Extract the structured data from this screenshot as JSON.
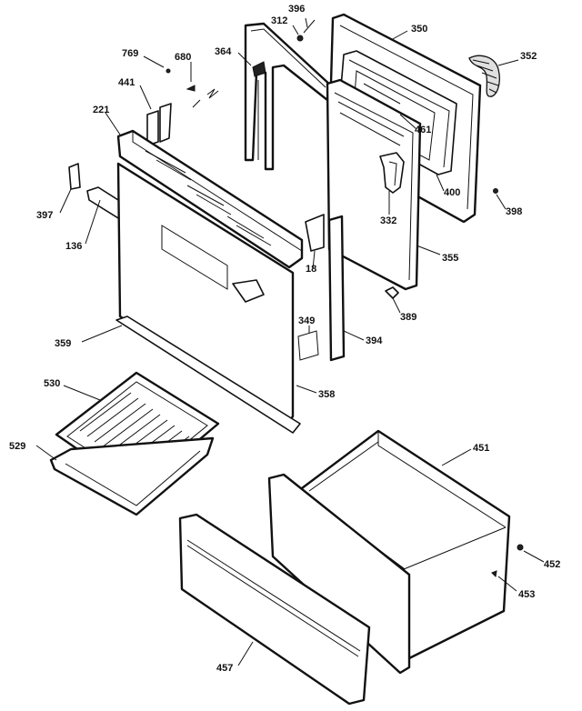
{
  "callouts": [
    {
      "id": "c396",
      "text": "396"
    },
    {
      "id": "c312",
      "text": "312"
    },
    {
      "id": "c350",
      "text": "350"
    },
    {
      "id": "c352",
      "text": "352"
    },
    {
      "id": "c769",
      "text": "769"
    },
    {
      "id": "c680",
      "text": "680"
    },
    {
      "id": "c364",
      "text": "364"
    },
    {
      "id": "c441",
      "text": "441"
    },
    {
      "id": "c221",
      "text": "221"
    },
    {
      "id": "c461",
      "text": "461"
    },
    {
      "id": "c400",
      "text": "400"
    },
    {
      "id": "c398",
      "text": "398"
    },
    {
      "id": "c397",
      "text": "397"
    },
    {
      "id": "c332",
      "text": "332"
    },
    {
      "id": "c136",
      "text": "136"
    },
    {
      "id": "c18",
      "text": "18"
    },
    {
      "id": "c355",
      "text": "355"
    },
    {
      "id": "c389",
      "text": "389"
    },
    {
      "id": "c349",
      "text": "349"
    },
    {
      "id": "c359",
      "text": "359"
    },
    {
      "id": "c394",
      "text": "394"
    },
    {
      "id": "c358",
      "text": "358"
    },
    {
      "id": "c530",
      "text": "530"
    },
    {
      "id": "c451",
      "text": "451"
    },
    {
      "id": "c529",
      "text": "529"
    },
    {
      "id": "c452",
      "text": "452"
    },
    {
      "id": "c453",
      "text": "453"
    },
    {
      "id": "c457",
      "text": "457"
    }
  ]
}
